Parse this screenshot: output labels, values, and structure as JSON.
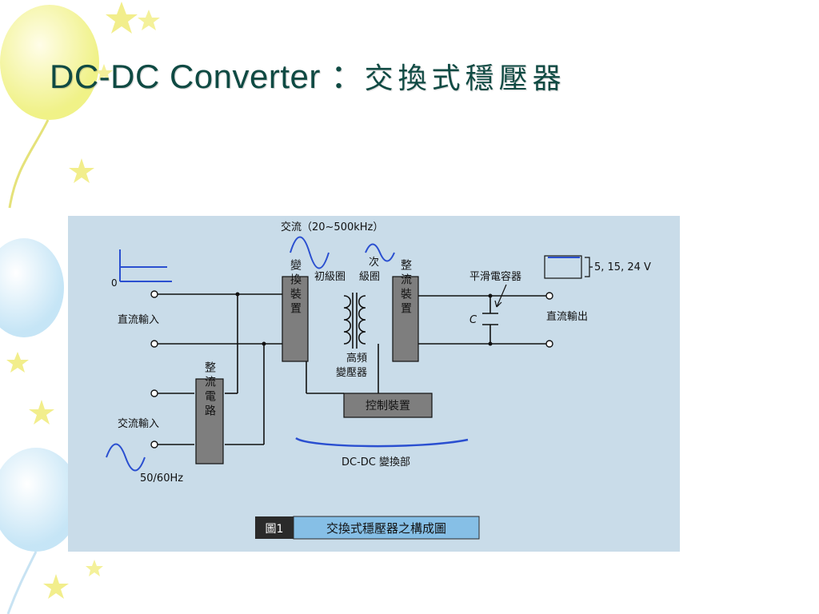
{
  "slide": {
    "title_latin": "DC-DC Converter ：",
    "title_cjk": "交換式穩壓器"
  },
  "diagram": {
    "ac_freq_label": "交流（20~500kHz）",
    "secondary_char1": "次",
    "secondary_char2": "級圈",
    "primary_coil": "初級圈",
    "converter_block": "變換裝置",
    "rectifier_block": "整流裝置",
    "transformer_line1": "高頻",
    "transformer_line2": "變壓器",
    "control_block": "控制裝置",
    "ac_rectifier_block": "整流電路",
    "dc_input": "直流輸入",
    "ac_input": "交流輸入",
    "zero_label": "0",
    "ac_input_freq": "50/60Hz",
    "smoothing_cap": "平滑電容器",
    "cap_symbol": "C",
    "dc_output": "直流輸出",
    "output_voltages": "5, 15, 24 V",
    "dcdc_section": "DC-DC 變換部",
    "caption_num": "圖1",
    "caption_text": "交換式穩壓器之構成圖"
  },
  "colors": {
    "title": "#0f4a43",
    "figure_bg": "#c9dce9",
    "block_fill": "#7e7e7e",
    "caption_bar": "#2a2a2a",
    "caption_box": "#86bfe6",
    "wave": "#2a4fd0",
    "decoration_yellow": "#f2ee8c",
    "decoration_blue": "#cfe8f7"
  }
}
